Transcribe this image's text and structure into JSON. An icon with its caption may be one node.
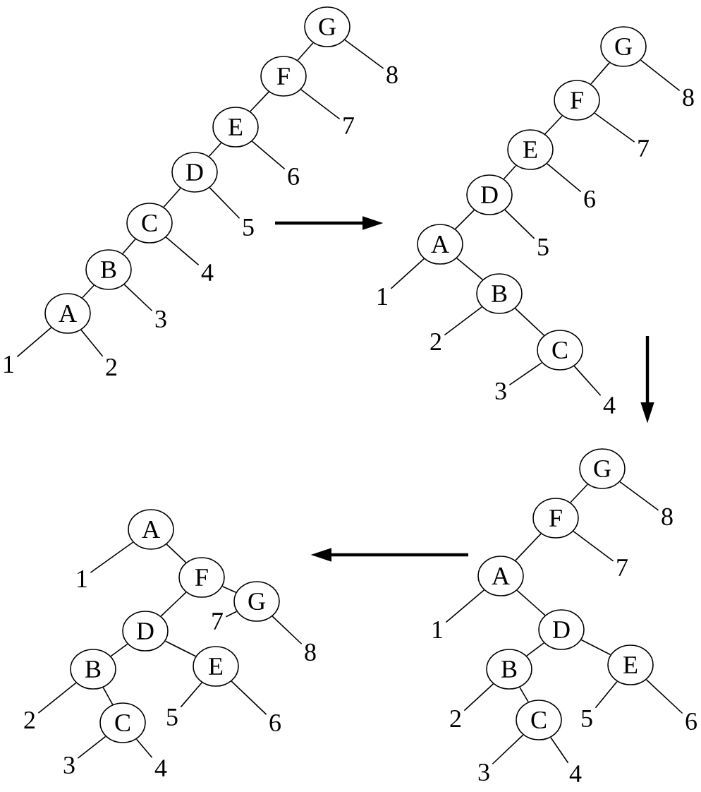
{
  "diagram": {
    "nodes": [
      {
        "text": [
          "G"
        ]
      },
      {
        "text": [
          "F"
        ]
      },
      {
        "text": [
          "E"
        ]
      },
      {
        "text": [
          "D"
        ]
      },
      {
        "text": [
          "C"
        ]
      },
      {
        "text": [
          "B"
        ]
      },
      {
        "text": [
          "A"
        ]
      },
      {
        "text": [
          "1"
        ]
      },
      {
        "text": [
          "2"
        ]
      },
      {
        "text": [
          "3"
        ]
      },
      {
        "text": [
          "4"
        ]
      },
      {
        "text": [
          "5"
        ]
      },
      {
        "text": [
          "6"
        ]
      },
      {
        "text": [
          "7"
        ]
      },
      {
        "text": [
          "8"
        ]
      },
      {
        "text": [
          "G"
        ]
      },
      {
        "text": [
          "F"
        ]
      },
      {
        "text": [
          "E"
        ]
      },
      {
        "text": [
          "D"
        ]
      },
      {
        "text": [
          "A"
        ]
      },
      {
        "text": [
          "B"
        ]
      },
      {
        "text": [
          "C"
        ]
      },
      {
        "text": [
          "1"
        ]
      },
      {
        "text": [
          "2"
        ]
      },
      {
        "text": [
          "3"
        ]
      },
      {
        "text": [
          "4"
        ]
      },
      {
        "text": [
          "5"
        ]
      },
      {
        "text": [
          "6"
        ]
      },
      {
        "text": [
          "7"
        ]
      },
      {
        "text": [
          "8"
        ]
      },
      {
        "text": [
          "G"
        ]
      },
      {
        "text": [
          "F"
        ]
      },
      {
        "text": [
          "A"
        ]
      },
      {
        "text": [
          "D"
        ]
      },
      {
        "text": [
          "B"
        ]
      },
      {
        "text": [
          "E"
        ]
      },
      {
        "text": [
          "C"
        ]
      },
      {
        "text": [
          "1"
        ]
      },
      {
        "text": [
          "2"
        ]
      },
      {
        "text": [
          "3"
        ]
      },
      {
        "text": [
          "4"
        ]
      },
      {
        "text": [
          "5"
        ]
      },
      {
        "text": [
          "6"
        ]
      },
      {
        "text": [
          "7"
        ]
      },
      {
        "text": [
          "8"
        ]
      },
      {
        "text": [
          "A"
        ]
      },
      {
        "text": [
          "F"
        ]
      },
      {
        "text": [
          "G"
        ]
      },
      {
        "text": [
          "D"
        ]
      },
      {
        "text": [
          "B"
        ]
      },
      {
        "text": [
          "E"
        ]
      },
      {
        "text": [
          "C"
        ]
      },
      {
        "text": [
          "1"
        ]
      },
      {
        "text": [
          "2"
        ]
      },
      {
        "text": [
          "3"
        ]
      },
      {
        "text": [
          "4"
        ]
      },
      {
        "text": [
          "5"
        ]
      },
      {
        "text": [
          "6"
        ]
      },
      {
        "text": [
          "7"
        ]
      },
      {
        "text": [
          "8"
        ]
      }
    ],
    "edges": [
      {
        "from": 0,
        "to": 1,
        "arrow": "none"
      },
      {
        "from": 0,
        "to": 14,
        "arrow": "none"
      },
      {
        "from": 1,
        "to": 2,
        "arrow": "none"
      },
      {
        "from": 1,
        "to": 13,
        "arrow": "none"
      },
      {
        "from": 2,
        "to": 3,
        "arrow": "none"
      },
      {
        "from": 2,
        "to": 12,
        "arrow": "none"
      },
      {
        "from": 3,
        "to": 4,
        "arrow": "none"
      },
      {
        "from": 3,
        "to": 11,
        "arrow": "none"
      },
      {
        "from": 4,
        "to": 5,
        "arrow": "none"
      },
      {
        "from": 4,
        "to": 10,
        "arrow": "none"
      },
      {
        "from": 5,
        "to": 6,
        "arrow": "none"
      },
      {
        "from": 5,
        "to": 9,
        "arrow": "none"
      },
      {
        "from": 6,
        "to": 7,
        "arrow": "none"
      },
      {
        "from": 6,
        "to": 8,
        "arrow": "none"
      },
      {
        "from": 15,
        "to": 16,
        "arrow": "none"
      },
      {
        "from": 15,
        "to": 29,
        "arrow": "none"
      },
      {
        "from": 16,
        "to": 17,
        "arrow": "none"
      },
      {
        "from": 16,
        "to": 28,
        "arrow": "none"
      },
      {
        "from": 17,
        "to": 18,
        "arrow": "none"
      },
      {
        "from": 17,
        "to": 27,
        "arrow": "none"
      },
      {
        "from": 18,
        "to": 19,
        "arrow": "none"
      },
      {
        "from": 18,
        "to": 26,
        "arrow": "none"
      },
      {
        "from": 19,
        "to": 22,
        "arrow": "none"
      },
      {
        "from": 19,
        "to": 20,
        "arrow": "none"
      },
      {
        "from": 20,
        "to": 23,
        "arrow": "none"
      },
      {
        "from": 20,
        "to": 21,
        "arrow": "none"
      },
      {
        "from": 21,
        "to": 24,
        "arrow": "none"
      },
      {
        "from": 21,
        "to": 25,
        "arrow": "none"
      },
      {
        "from": 30,
        "to": 31,
        "arrow": "none"
      },
      {
        "from": 30,
        "to": 44,
        "arrow": "none"
      },
      {
        "from": 31,
        "to": 32,
        "arrow": "none"
      },
      {
        "from": 31,
        "to": 43,
        "arrow": "none"
      },
      {
        "from": 32,
        "to": 37,
        "arrow": "none"
      },
      {
        "from": 32,
        "to": 33,
        "arrow": "none"
      },
      {
        "from": 33,
        "to": 34,
        "arrow": "none"
      },
      {
        "from": 33,
        "to": 35,
        "arrow": "none"
      },
      {
        "from": 34,
        "to": 38,
        "arrow": "none"
      },
      {
        "from": 34,
        "to": 36,
        "arrow": "none"
      },
      {
        "from": 36,
        "to": 39,
        "arrow": "none"
      },
      {
        "from": 36,
        "to": 40,
        "arrow": "none"
      },
      {
        "from": 35,
        "to": 41,
        "arrow": "none"
      },
      {
        "from": 35,
        "to": 42,
        "arrow": "none"
      },
      {
        "from": 45,
        "to": 52,
        "arrow": "none"
      },
      {
        "from": 45,
        "to": 46,
        "arrow": "none"
      },
      {
        "from": 46,
        "to": 48,
        "arrow": "none"
      },
      {
        "from": 46,
        "to": 47,
        "arrow": "none"
      },
      {
        "from": 47,
        "to": 58,
        "arrow": "none"
      },
      {
        "from": 47,
        "to": 59,
        "arrow": "none"
      },
      {
        "from": 48,
        "to": 49,
        "arrow": "none"
      },
      {
        "from": 48,
        "to": 50,
        "arrow": "none"
      },
      {
        "from": 49,
        "to": 53,
        "arrow": "none"
      },
      {
        "from": 49,
        "to": 51,
        "arrow": "none"
      },
      {
        "from": 51,
        "to": 54,
        "arrow": "none"
      },
      {
        "from": 51,
        "to": 55,
        "arrow": "none"
      },
      {
        "from": 50,
        "to": 56,
        "arrow": "none"
      },
      {
        "from": 50,
        "to": 57,
        "arrow": "none"
      }
    ]
  }
}
